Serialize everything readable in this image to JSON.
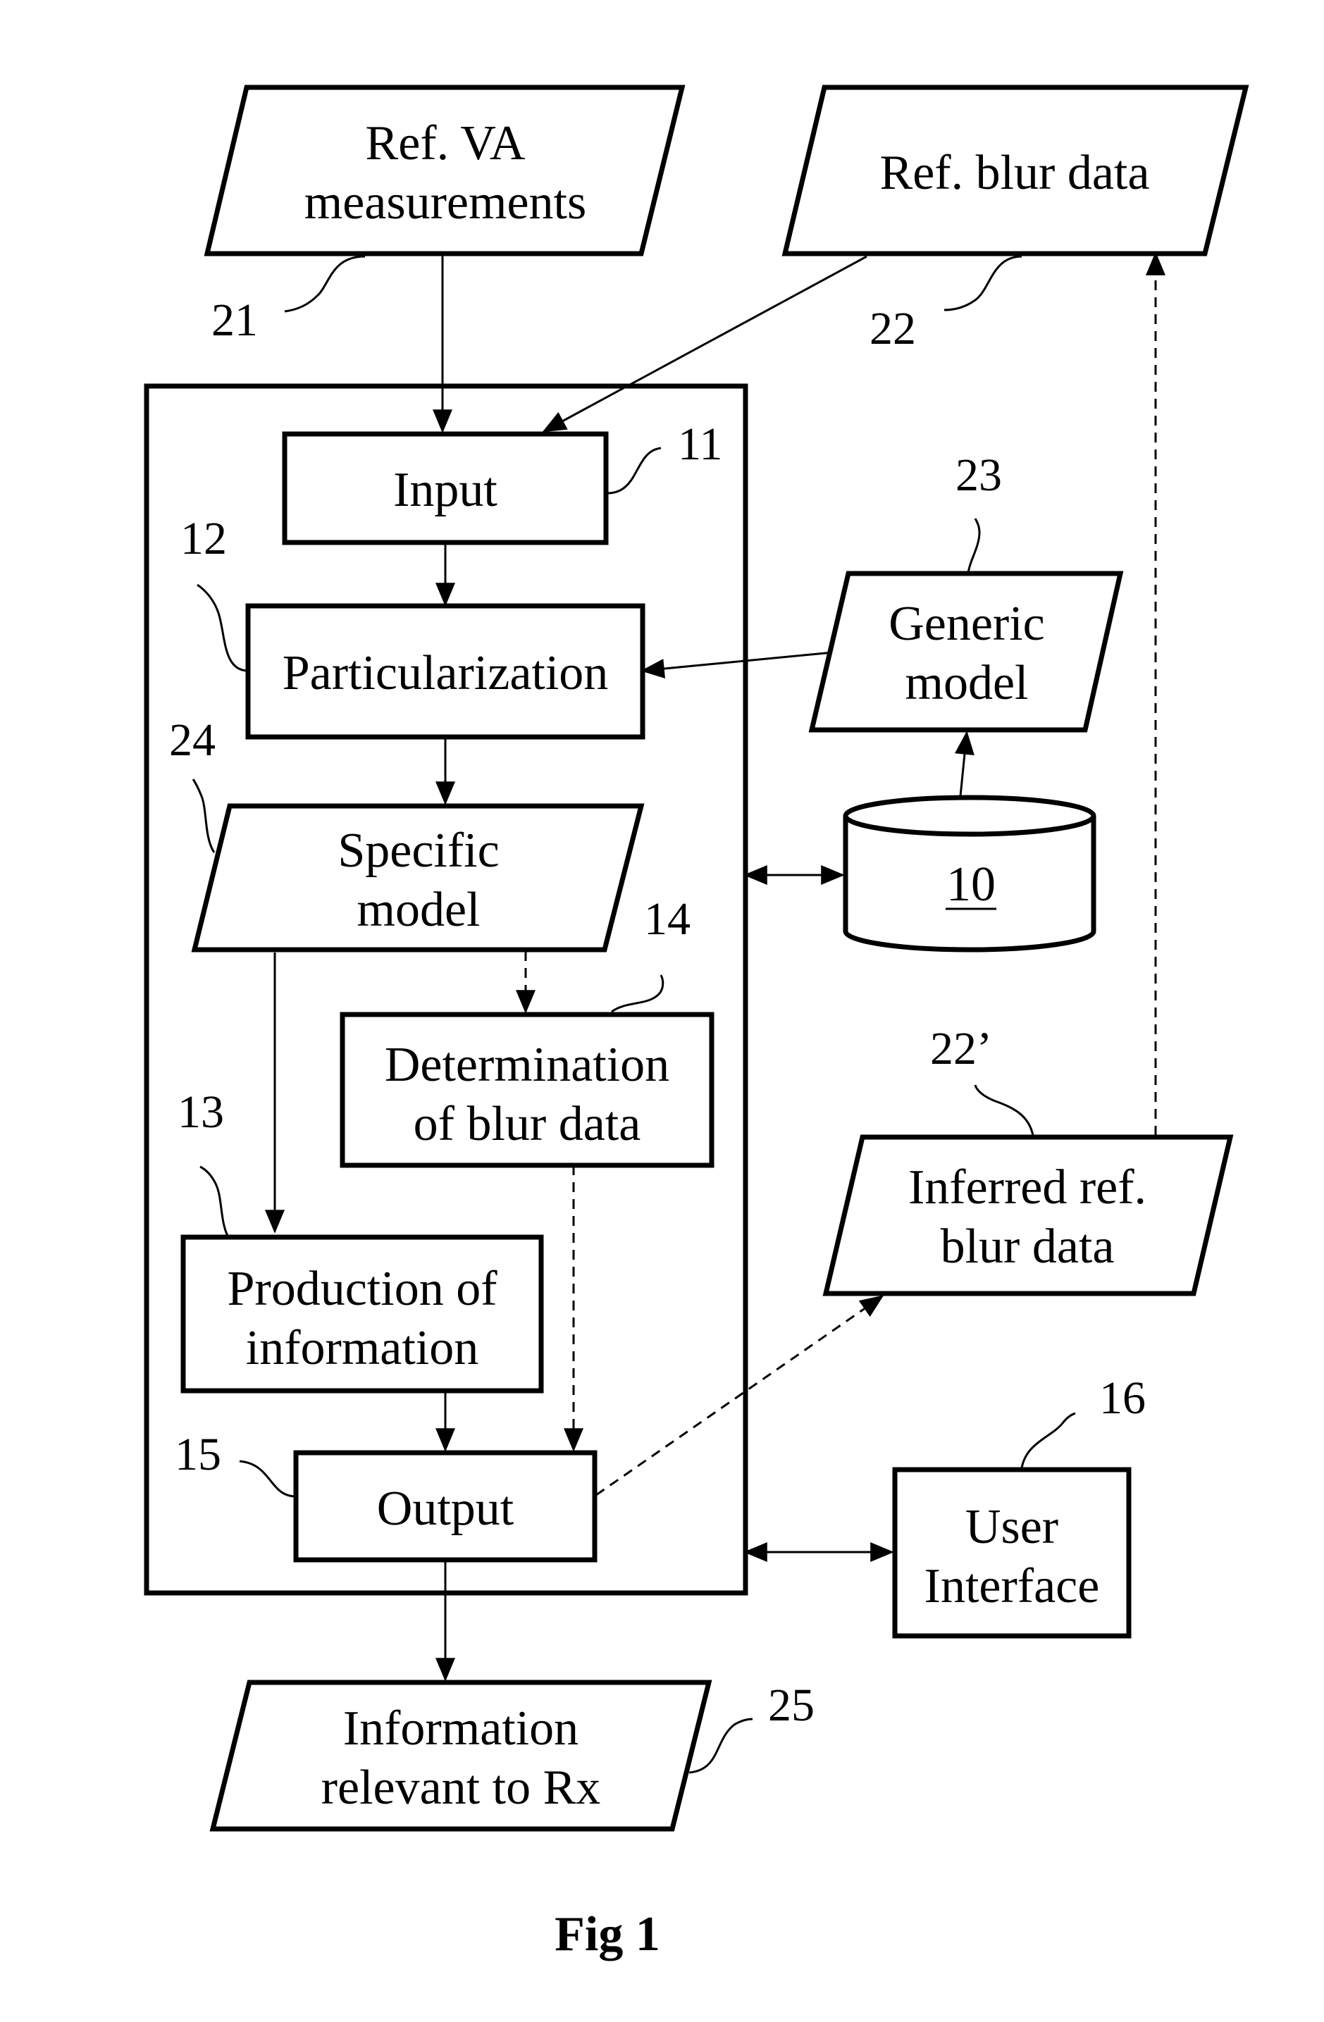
{
  "nodes": {
    "ref_va": {
      "lines": [
        "Ref. VA",
        "measurements"
      ],
      "ref": "21"
    },
    "ref_blur": {
      "lines": [
        "Ref. blur data"
      ],
      "ref": "22"
    },
    "input": {
      "lines": [
        "Input"
      ],
      "ref": "11"
    },
    "particularization": {
      "lines": [
        "Particularization"
      ],
      "ref": "12"
    },
    "generic_model": {
      "lines": [
        "Generic",
        "model"
      ],
      "ref": "23"
    },
    "database": {
      "lines": [
        "10"
      ]
    },
    "specific_model": {
      "lines": [
        "Specific",
        "model"
      ],
      "ref": "24"
    },
    "determination": {
      "lines": [
        "Determination",
        "of blur data"
      ],
      "ref": "14"
    },
    "inferred": {
      "lines": [
        "Inferred ref.",
        "blur data"
      ],
      "ref": "22’"
    },
    "production": {
      "lines": [
        "Production of",
        "information"
      ],
      "ref": "13"
    },
    "output": {
      "lines": [
        "Output"
      ],
      "ref": "15"
    },
    "user_interface": {
      "lines": [
        "User",
        "Interface"
      ],
      "ref": "16"
    },
    "info_rx": {
      "lines": [
        "Information",
        "relevant to Rx"
      ],
      "ref": "25"
    }
  },
  "caption": "Fig 1"
}
